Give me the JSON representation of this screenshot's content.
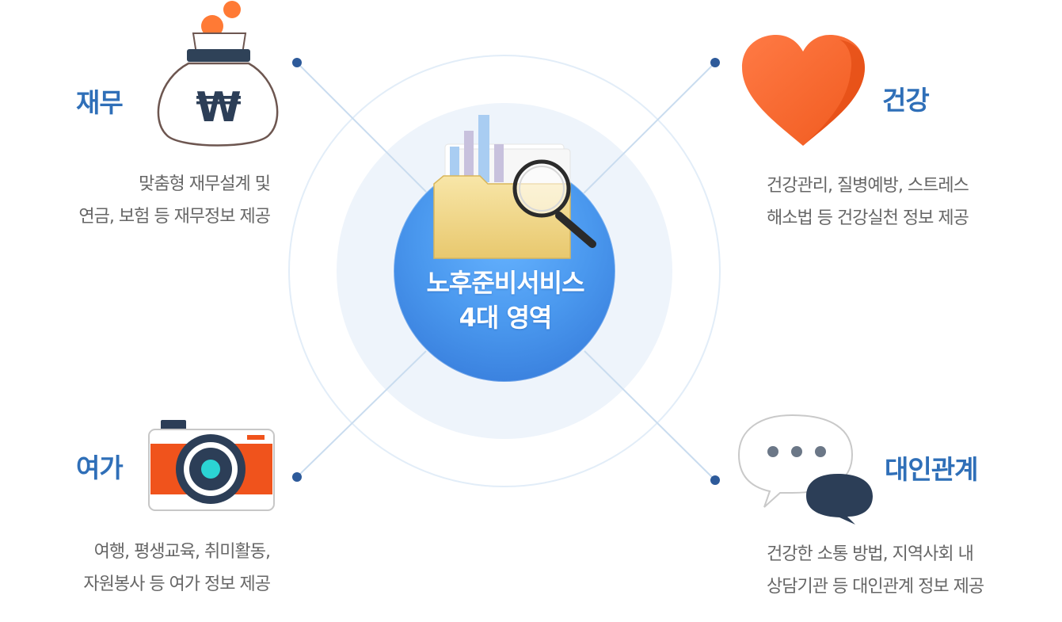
{
  "center": {
    "line1": "노후준비서비스",
    "line2": "4대 영역"
  },
  "areas": {
    "finance": {
      "title": "재무",
      "desc1": "맞춤형 재무설계 및",
      "desc2": "연금, 보험 등 재무정보 제공",
      "icon_symbol": "₩",
      "icon": "money-bag-icon"
    },
    "health": {
      "title": "건강",
      "desc1": "건강관리, 질병예방, 스트레스",
      "desc2": "해소법 등 건강실천 정보 제공",
      "icon": "heart-icon"
    },
    "leisure": {
      "title": "여가",
      "desc1": "여행, 평생교육, 취미활동,",
      "desc2": "자원봉사 등 여가 정보 제공",
      "icon": "camera-icon"
    },
    "relations": {
      "title": "대인관계",
      "desc1": "건강한 소통 방법, 지역사회 내",
      "desc2": "상담기관 등 대인관계 정보 제공",
      "icon": "speech-bubbles-icon"
    }
  },
  "colors": {
    "title": "#2f6fb8",
    "text": "#666666",
    "line": "#c9dcef",
    "dot": "#2d5a9a",
    "center_blue": "#3d8be6",
    "orange": "#f0531c",
    "navy": "#2c3e57"
  }
}
